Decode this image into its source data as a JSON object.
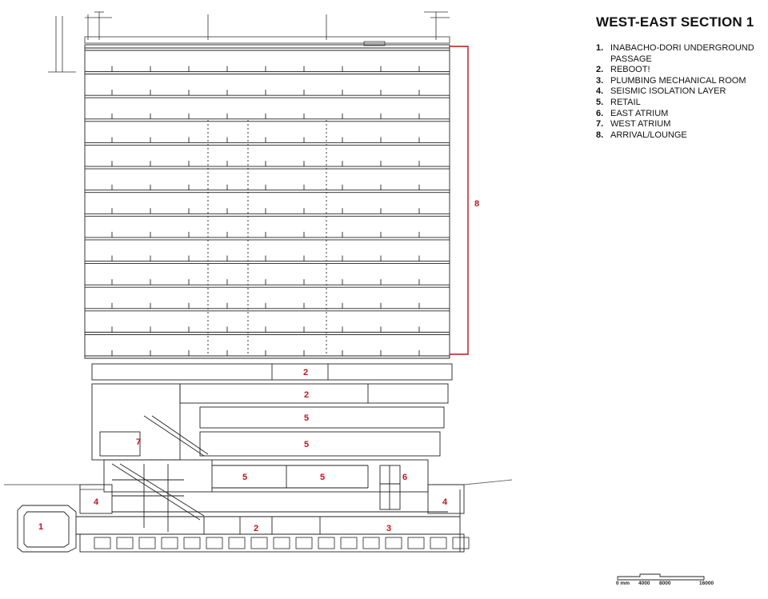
{
  "title": "WEST-EAST SECTION 1",
  "legend": [
    {
      "num": "1.",
      "text": "INABACHO-DORI UNDERGROUND PASSAGE"
    },
    {
      "num": "2.",
      "text": "REBOOT!"
    },
    {
      "num": "3.",
      "text": "PLUMBING MECHANICAL ROOM"
    },
    {
      "num": "4.",
      "text": "SEISMIC ISOLATION LAYER"
    },
    {
      "num": "5.",
      "text": "RETAIL"
    },
    {
      "num": "6.",
      "text": "EAST ATRIUM"
    },
    {
      "num": "7.",
      "text": "WEST ATRIUM"
    },
    {
      "num": "8.",
      "text": "ARRIVAL/LOUNGE"
    }
  ],
  "callouts": {
    "c8": "8",
    "c2a": "2",
    "c2b": "2",
    "c5a": "5",
    "c5b": "5",
    "c7": "7",
    "c5c": "5",
    "c5d": "5",
    "c6": "6",
    "c4a": "4",
    "c4b": "4",
    "c1": "1",
    "c2c": "2",
    "c3": "3"
  },
  "scale": {
    "labels": [
      "0 mm",
      "4000",
      "8000",
      "16000"
    ]
  },
  "colors": {
    "line": "#222222",
    "callout": "#c0121a",
    "ground": "#666666"
  }
}
